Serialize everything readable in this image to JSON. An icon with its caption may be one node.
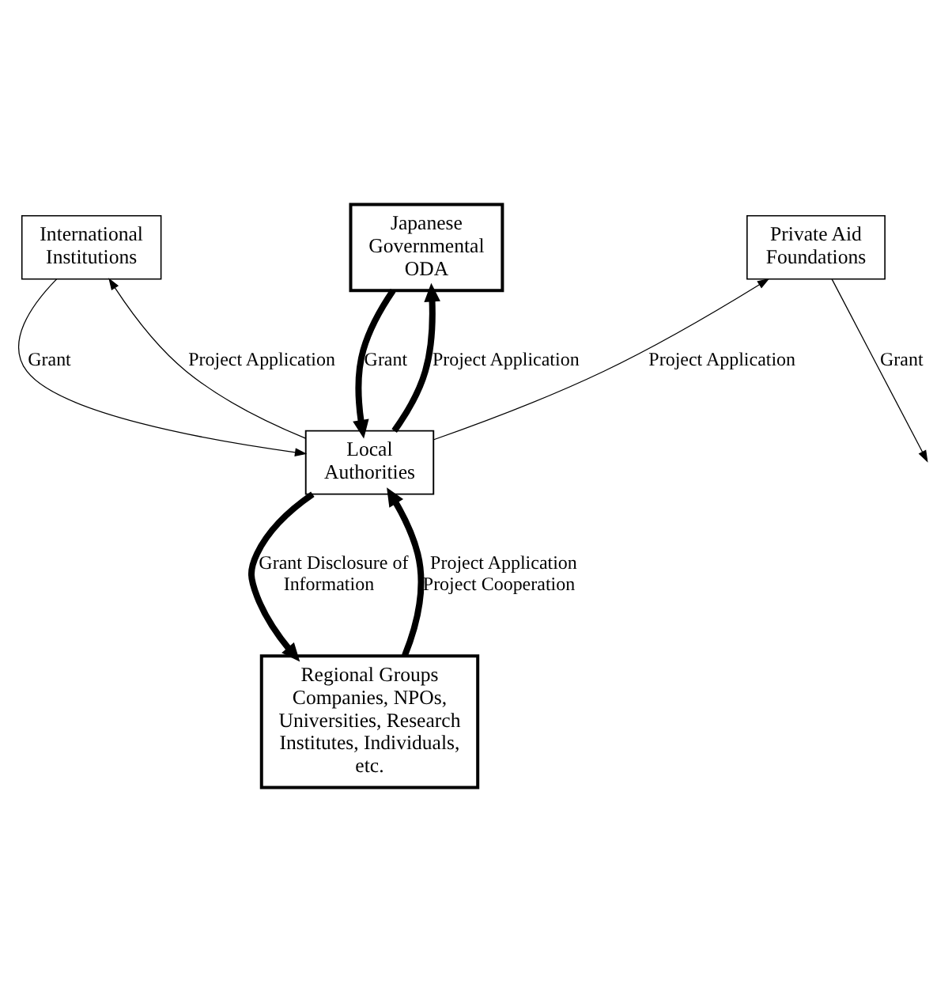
{
  "diagram": {
    "nodes": [
      {
        "text": [
          "International Institutions"
        ]
      },
      {
        "text": [
          "Japanese Governmental ODA"
        ]
      },
      {
        "text": [
          "Private Aid Foundations"
        ]
      },
      {
        "text": [
          "Local Authorities"
        ]
      },
      {
        "text": [
          "Regional Groups",
          "Companies, NPOs, Universities, Research Institutes, Individuals, etc."
        ]
      }
    ],
    "edges": [
      {
        "from": 0,
        "to": 3,
        "arrow": "to",
        "label": "Grant"
      },
      {
        "from": 3,
        "to": 0,
        "arrow": "to",
        "label": "Project Application"
      },
      {
        "from": 1,
        "to": 3,
        "arrow": "to",
        "label": "Grant",
        "style": "thick"
      },
      {
        "from": 3,
        "to": 1,
        "arrow": "to",
        "label": "Project Application",
        "style": "thick"
      },
      {
        "from": 2,
        "to": null,
        "arrow": "to",
        "label": "Grant"
      },
      {
        "from": 3,
        "to": 2,
        "arrow": "to",
        "label": "Project Application"
      },
      {
        "from": 3,
        "to": 4,
        "arrow": "to",
        "label": "Grant Disclosure of Information",
        "style": "thick"
      },
      {
        "from": 4,
        "to": 3,
        "arrow": "to",
        "label": "Project Application Project Cooperation",
        "style": "thick"
      }
    ]
  }
}
